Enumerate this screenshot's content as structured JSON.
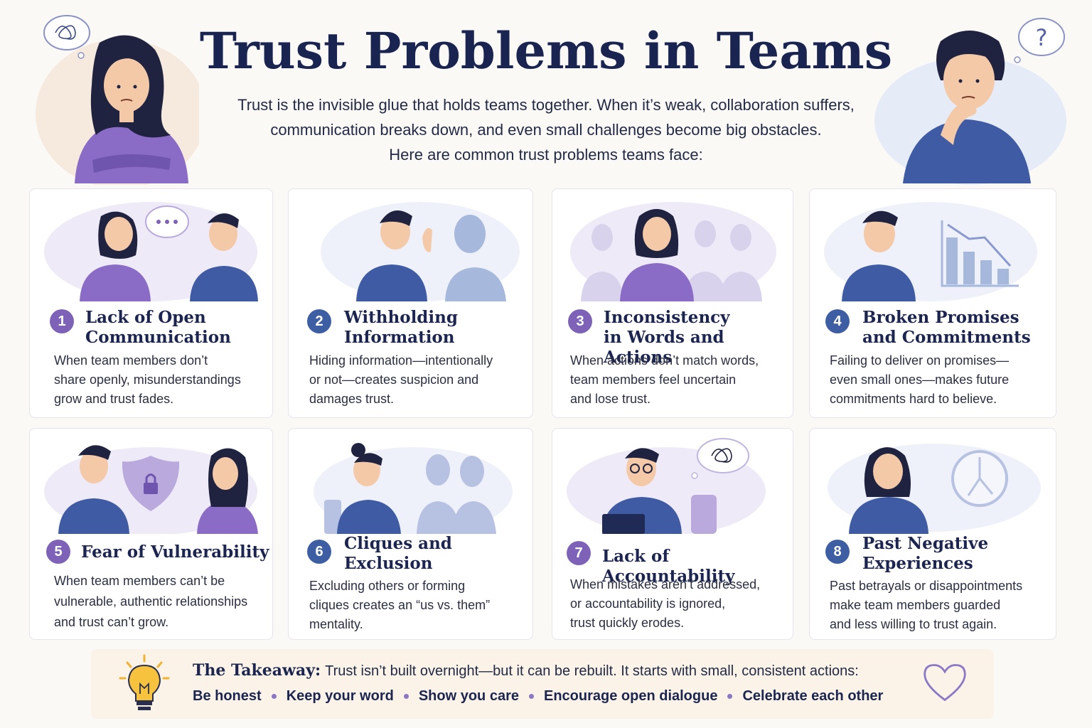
{
  "header": {
    "title": "Trust Problems in Teams",
    "intro_lines": [
      "Trust is the invisible glue that holds teams together. When it’s weak, collaboration suffers,",
      "communication breaks down, and even small challenges become big obstacles.",
      "Here are common trust problems teams face:"
    ]
  },
  "cards": [
    {
      "number": "1",
      "title_lines": [
        "Lack of Open",
        "Communication"
      ],
      "desc_lines": [
        "When team members don’t",
        "share openly, misunderstandings",
        "grow and trust fades."
      ],
      "illustration": "two-people-speech-bubble"
    },
    {
      "number": "2",
      "title_lines": [
        "Withholding",
        "Information"
      ],
      "desc_lines": [
        "Hiding information—intentionally",
        "or not—creates suspicion and",
        "damages trust."
      ],
      "illustration": "person-whispering-to-shadow"
    },
    {
      "number": "3",
      "title_lines": [
        "Inconsistency",
        "in Words and Actions"
      ],
      "desc_lines": [
        "When actions don’t match words,",
        "team members feel uncertain",
        "and lose trust."
      ],
      "illustration": "person-among-faded-coworkers"
    },
    {
      "number": "4",
      "title_lines": [
        "Broken Promises",
        "and Commitments"
      ],
      "desc_lines": [
        "Failing to deliver on promises—",
        "even small ones—makes future",
        "commitments hard to believe."
      ],
      "illustration": "person-declining-bar-chart"
    },
    {
      "number": "5",
      "title_lines": [
        "Fear of Vulnerability"
      ],
      "desc_lines": [
        "When team members can’t be",
        "vulnerable, authentic relationships",
        "and trust can’t grow."
      ],
      "illustration": "two-people-shield-lock"
    },
    {
      "number": "6",
      "title_lines": [
        "Cliques and",
        "Exclusion"
      ],
      "desc_lines": [
        "Excluding others or forming",
        "cliques creates an “us vs. them”",
        "mentality."
      ],
      "illustration": "person-excluded-whispering-pair"
    },
    {
      "number": "7",
      "title_lines": [
        "Lack of Accountability"
      ],
      "desc_lines": [
        "When mistakes aren’t addressed,",
        "or accountability is ignored,",
        "trust quickly erodes."
      ],
      "illustration": "person-laptop-confused-thought"
    },
    {
      "number": "8",
      "title_lines": [
        "Past Negative",
        "Experiences"
      ],
      "desc_lines": [
        "Past betrayals or disappointments",
        "make team members guarded",
        "and less willing to trust again."
      ],
      "illustration": "person-clock"
    }
  ],
  "takeaway": {
    "label": "The Takeaway:",
    "text": "Trust isn’t built overnight—but it can be rebuilt. It starts with small, consistent actions:",
    "actions": [
      "Be honest",
      "Keep your word",
      "Show you care",
      "Encourage open dialogue",
      "Celebrate each other"
    ]
  },
  "icons": {
    "hero_left": "worried-woman-arms-crossed",
    "hero_left_thought": "scribble-thought-cloud-icon",
    "hero_right": "thinking-man",
    "hero_right_thought": "question-mark-cloud-icon",
    "takeaway_left": "lightbulb-icon",
    "takeaway_right": "heart-icon"
  },
  "colors": {
    "title": "#1a2450",
    "accent_purple": "#7d62b8",
    "accent_blue": "#3e5ea4",
    "card_border": "#e6e3ee",
    "takeaway_bg": "#fbf3e8"
  }
}
